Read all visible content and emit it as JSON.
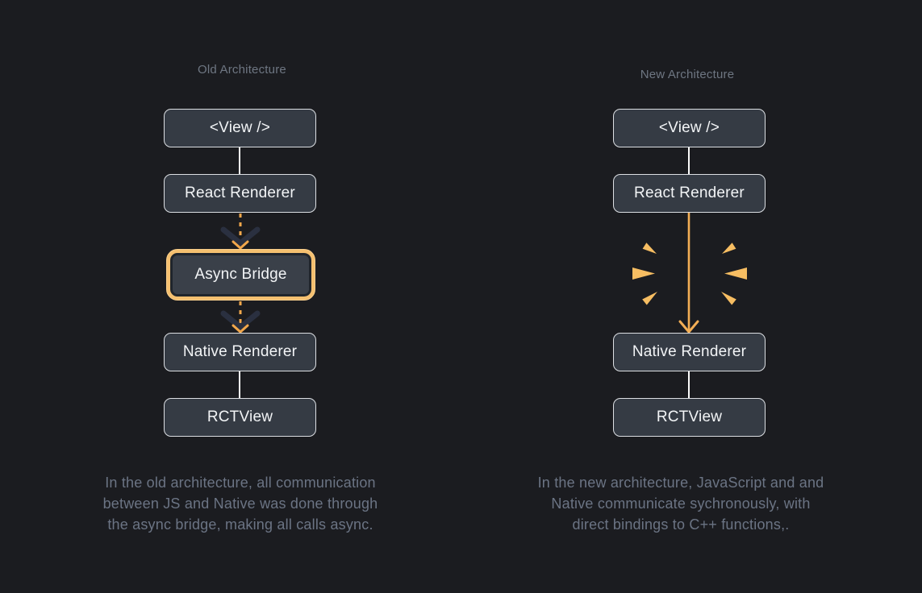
{
  "page": {
    "background": "#1b1c20"
  },
  "colors": {
    "box_background": "#353b44",
    "box_border": "#dcdfe3",
    "box_text": "#f2f4f6",
    "connector_white": "#fbfbfb",
    "dashed_arrow_orange": "#f2a74b",
    "solid_arrow_orange": "#f3ae55",
    "spark_orange": "#f6bd62",
    "highlight_ring_orange": "#f5c070",
    "dark_chevron": "#2a3040",
    "title_text": "#6e7682",
    "caption_text": "#6b7484"
  },
  "panels": {
    "old": {
      "title": "Old Architecture",
      "boxes": [
        {
          "label": "<View />"
        },
        {
          "label": "React Renderer"
        },
        {
          "label": "Async Bridge",
          "highlighted": true
        },
        {
          "label": "Native Renderer"
        },
        {
          "label": "RCTView"
        }
      ],
      "caption_lines": [
        "In the old architecture, all communication",
        "between JS and Native was done through",
        "the async bridge, making all calls async."
      ]
    },
    "new": {
      "title": "New Architecture",
      "boxes": [
        {
          "label": "<View />"
        },
        {
          "label": "React Renderer"
        },
        {
          "label": "Native Renderer"
        },
        {
          "label": "RCTView"
        }
      ],
      "caption_lines": [
        "In the new architecture, JavaScript and and",
        "Native communicate sychronously, with",
        "direct bindings to C++ functions,."
      ]
    }
  }
}
